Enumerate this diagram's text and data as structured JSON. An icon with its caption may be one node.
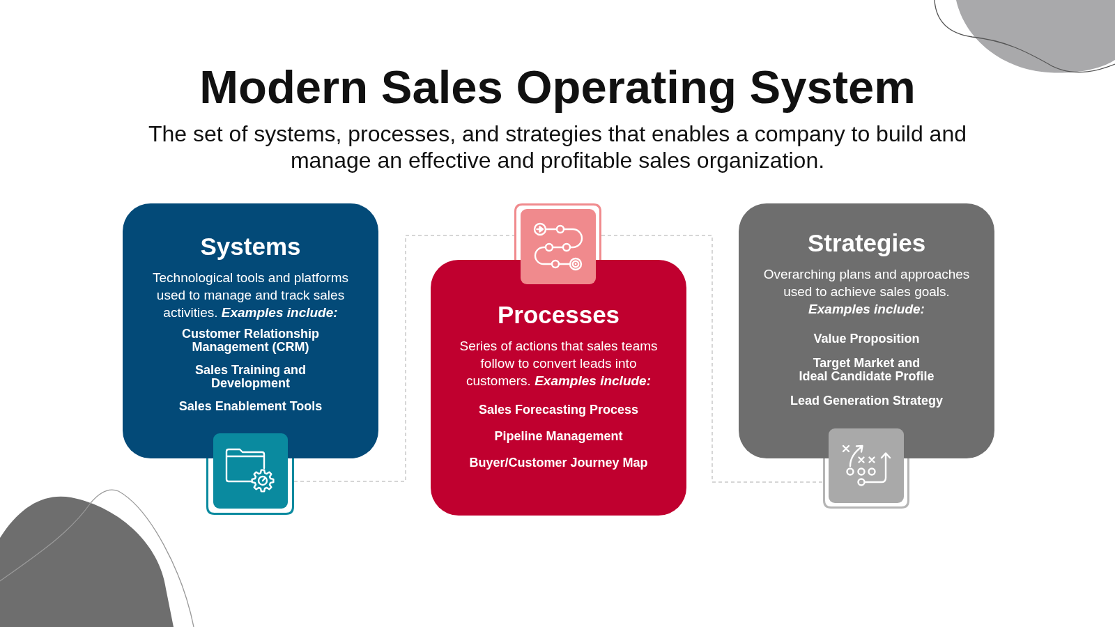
{
  "diagram": {
    "title": "Modern Sales Operating System",
    "nodes": [
      {
        "text": [
          "Systems",
          "Technological tools and platforms used to manage and track sales activities. **Examples include:**",
          "Customer Relationship Management (CRM)",
          "Sales Training and Development",
          "Sales Enablement Tools"
        ]
      },
      {
        "text": [],
        "shape": "box"
      },
      {
        "text": [
          "Processes",
          "Series of actions that sales teams follow to convert leads into customers. **Examples include:**",
          "Sales Forecasting Process",
          "Pipeline Management",
          "Buyer/Customer Journey Map"
        ]
      },
      {
        "text": [],
        "shape": "box"
      },
      {
        "text": [
          "Strategies",
          "Overarching plans and approaches used to achieve sales goals. **Examples include:**",
          "Value Proposition",
          "Target Market and Ideal Candidate Profile",
          "Lead Generation Strategy"
        ]
      },
      {
        "text": [],
        "shape": "box"
      }
    ],
    "edges": [
      {
        "from": 1,
        "to": 3,
        "arrow": "none",
        "style": "dashed"
      },
      {
        "from": 3,
        "to": 5,
        "arrow": "none",
        "style": "dashed"
      }
    ],
    "labels": [
      "The set of systems, processes, and strategies that enables a company to build and manage an effective and profitable sales organization."
    ]
  }
}
